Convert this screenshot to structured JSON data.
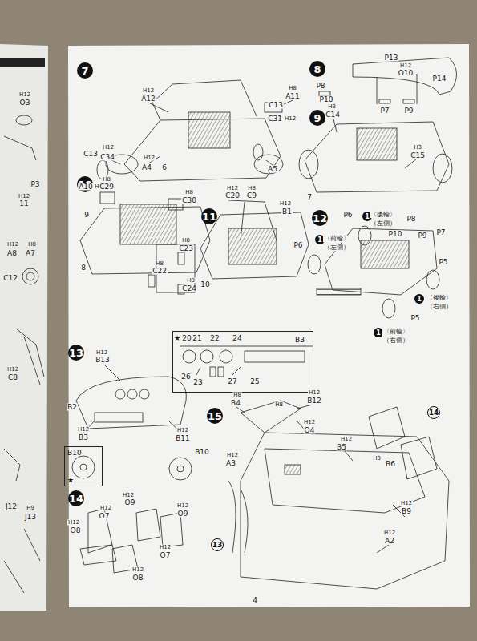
{
  "diagram": {
    "nodes": [
      {
        "text": [
          "7"
        ]
      },
      {
        "text": [
          "8"
        ]
      },
      {
        "text": [
          "9"
        ]
      },
      {
        "text": [
          "10"
        ]
      },
      {
        "text": [
          "11"
        ]
      },
      {
        "text": [
          "12"
        ]
      },
      {
        "text": [
          "1"
        ]
      },
      {
        "text": [
          "1"
        ]
      },
      {
        "text": [
          "1"
        ]
      },
      {
        "text": [
          "1"
        ]
      },
      {
        "text": [
          "B3"
        ]
      },
      {
        "text": [
          "13"
        ]
      },
      {
        "text": [
          "B10",
          "★"
        ]
      },
      {
        "text": [
          "14"
        ]
      },
      {
        "text": [
          "15"
        ]
      },
      {
        "text": [
          "14"
        ]
      },
      {
        "text": [
          "13"
        ]
      }
    ],
    "labels": [
      "H12",
      "O3",
      "P3",
      "H12",
      "11",
      "H12",
      "H8",
      "A8",
      "A7",
      "C12",
      "H12",
      "C8",
      "J12",
      "H9",
      "J13",
      "H12",
      "A12",
      "H8",
      "A11",
      "C13",
      "C31",
      "H12",
      "H12",
      "C13",
      "C34",
      "A10",
      "H8",
      "H12",
      "A4",
      "6",
      "A5",
      "P13",
      "H12",
      "O10",
      "P14",
      "P8",
      "P10",
      "P7",
      "P9",
      "H3",
      "C14",
      "H3",
      "C15",
      "7",
      "H8",
      "C29",
      "H8",
      "C30",
      "9",
      "8",
      "H8",
      "C23",
      "H8",
      "C22",
      "H8",
      "C24",
      "H12",
      "C20",
      "H8",
      "C9",
      "H12",
      "B1",
      "10",
      "P6",
      "〈後輪〉",
      "（左側）",
      "P8",
      "P10",
      "P9",
      "P7",
      "P6",
      "〈前輪〉",
      "（左側）",
      "P5",
      "〈後輪〉",
      "（右側）",
      "P5",
      "〈前輪〉",
      "（右側）",
      "★",
      "20",
      "21",
      "22",
      "24",
      "26",
      "23",
      "27",
      "25",
      "H12",
      "B13",
      "B2",
      "H12",
      "B3",
      "H12",
      "B11",
      "B10",
      "H12",
      "O9",
      "H12",
      "O9",
      "H12",
      "O7",
      "H12",
      "O8",
      "H12",
      "O7",
      "H12",
      "O8",
      "H8",
      "B4",
      "H8",
      "H12",
      "B12",
      "H12",
      "O4",
      "H12",
      "A3",
      "H12",
      "B5",
      "H3",
      "B6",
      "H12",
      "B9",
      "H12",
      "A2",
      "4"
    ]
  }
}
